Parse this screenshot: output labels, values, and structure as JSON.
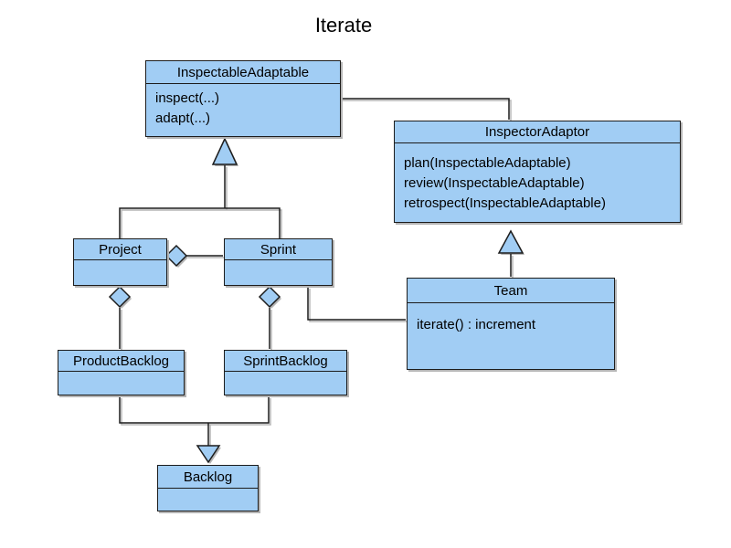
{
  "title": "Iterate",
  "colors": {
    "box_fill": "#a1cdf4",
    "box_border": "#1c1c1c",
    "line": "#1c1c1c",
    "shadow": "#b5b5b5",
    "background": "#ffffff",
    "text": "#000000"
  },
  "classes": [
    {
      "name": "InspectableAdaptable",
      "members": [
        "inspect(...)",
        "adapt(...)"
      ]
    },
    {
      "name": "InspectorAdaptor",
      "members": [
        "plan(InspectableAdaptable)",
        "review(InspectableAdaptable)",
        "retrospect(InspectableAdaptable)"
      ]
    },
    {
      "name": "Project",
      "members": []
    },
    {
      "name": "Sprint",
      "members": []
    },
    {
      "name": "Team",
      "members": [
        "iterate() : increment"
      ]
    },
    {
      "name": "ProductBacklog",
      "members": []
    },
    {
      "name": "SprintBacklog",
      "members": []
    },
    {
      "name": "Backlog",
      "members": []
    }
  ],
  "relationships": [
    {
      "type": "generalization",
      "from": "Project",
      "to": "InspectableAdaptable"
    },
    {
      "type": "generalization",
      "from": "Sprint",
      "to": "InspectableAdaptable"
    },
    {
      "type": "generalization",
      "from": "Team",
      "to": "InspectorAdaptor"
    },
    {
      "type": "generalization",
      "from": "ProductBacklog",
      "to": "Backlog"
    },
    {
      "type": "generalization",
      "from": "SprintBacklog",
      "to": "Backlog"
    },
    {
      "type": "aggregation",
      "owner": "Project",
      "part": "Sprint"
    },
    {
      "type": "aggregation",
      "owner": "Project",
      "part": "ProductBacklog"
    },
    {
      "type": "aggregation",
      "owner": "Sprint",
      "part": "SprintBacklog"
    },
    {
      "type": "association",
      "from": "InspectableAdaptable",
      "to": "InspectorAdaptor"
    },
    {
      "type": "association",
      "from": "Sprint",
      "to": "Team"
    }
  ]
}
